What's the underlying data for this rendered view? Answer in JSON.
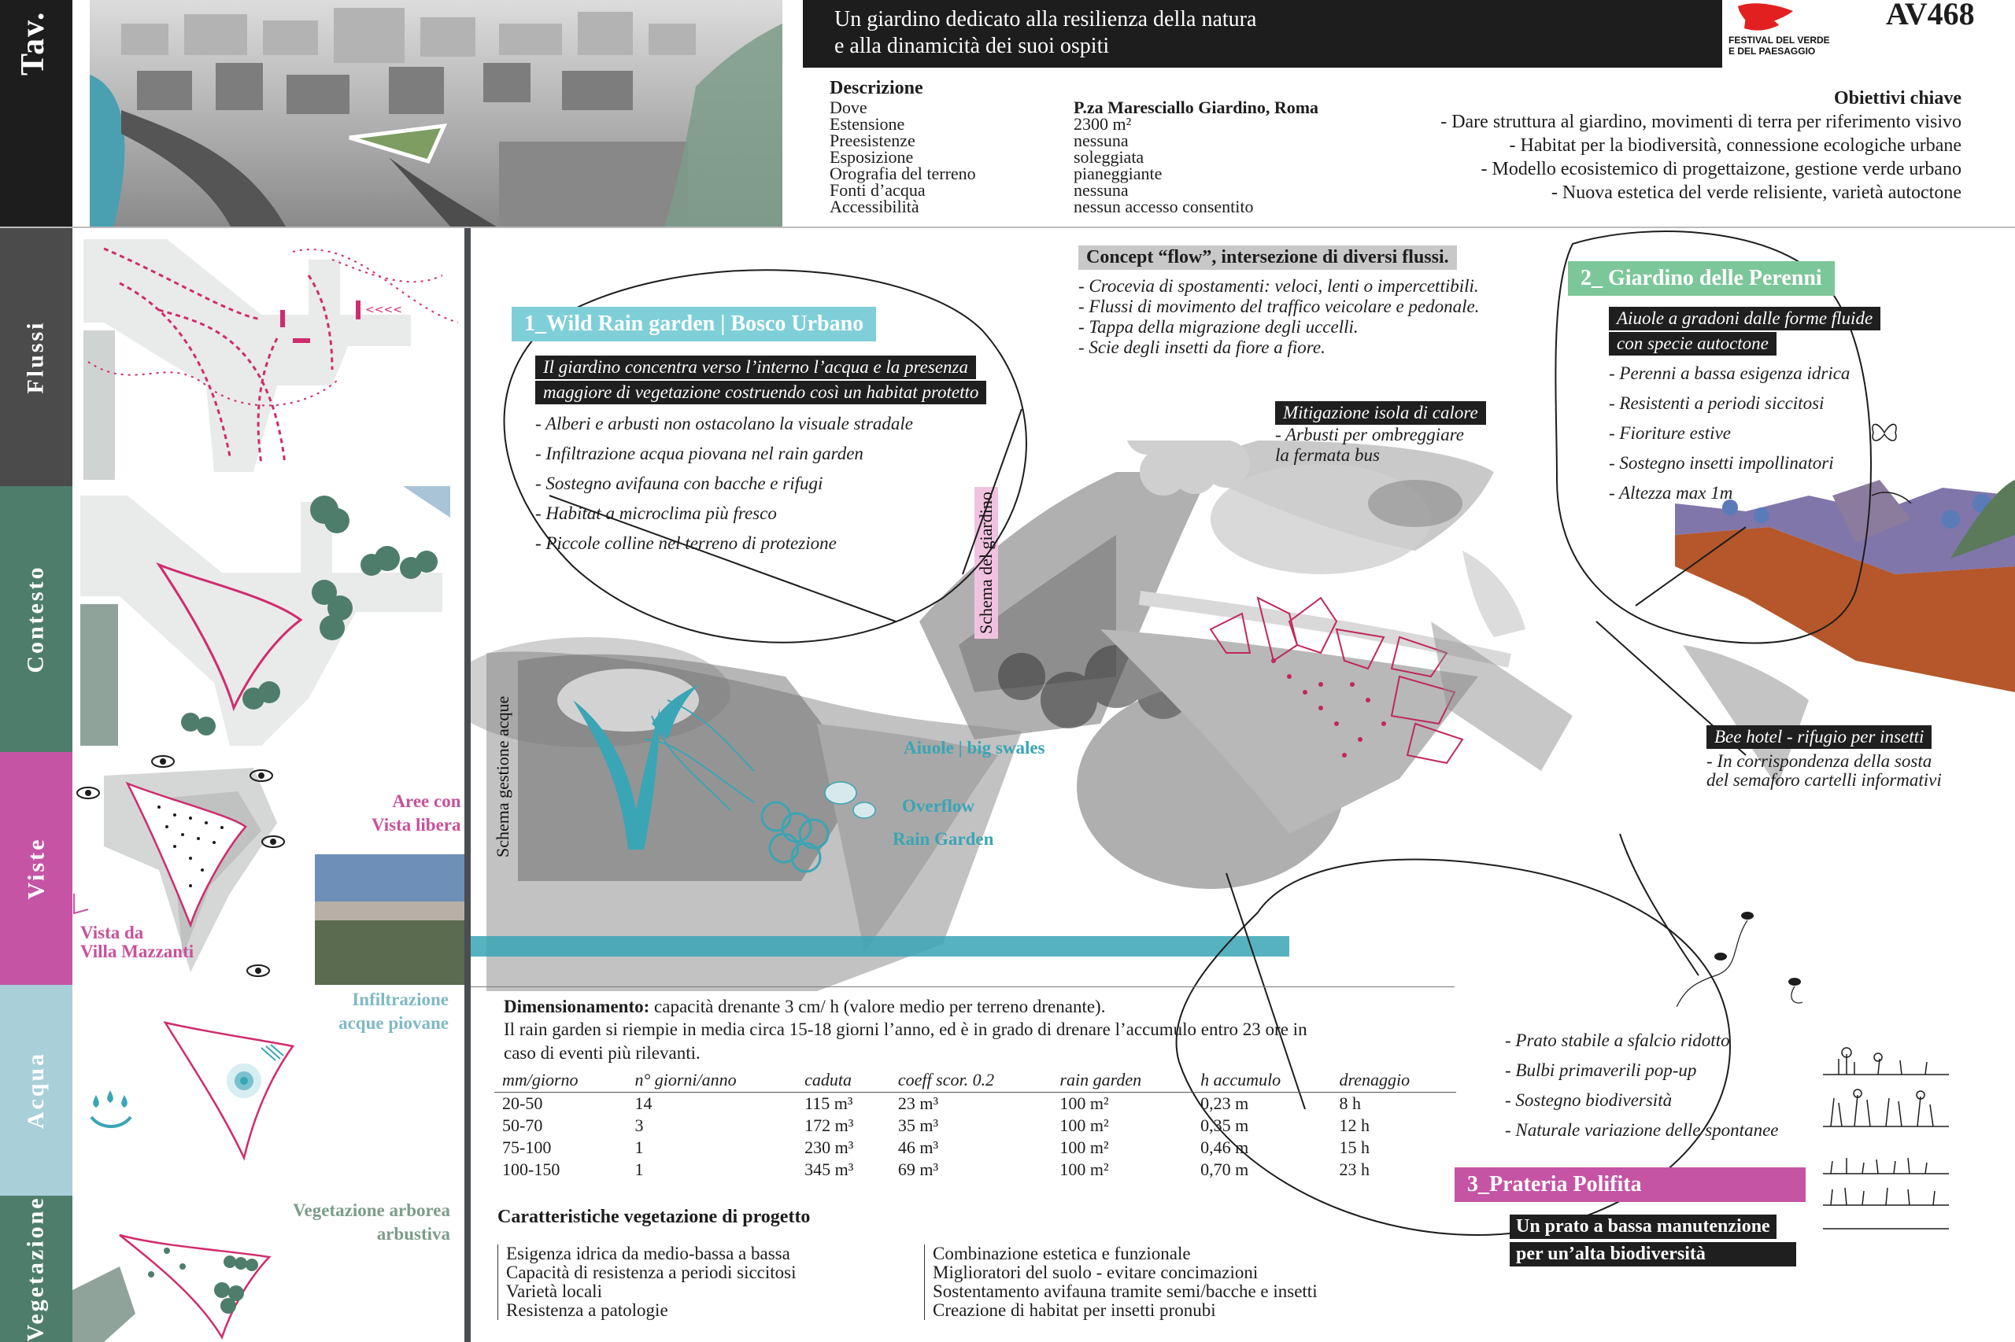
{
  "header": {
    "tav_label": "Tav.",
    "title_line1": "Un giardino dedicato alla resilienza della natura",
    "title_line2": "e alla dinamicità dei suoi ospiti",
    "logo_text_line1": "FESTIVAL DEL VERDE",
    "logo_text_line2": "E DEL PAESAGGIO",
    "code": "AV468"
  },
  "descrizione": {
    "heading": "Descrizione",
    "rows": [
      {
        "key": "Dove",
        "value": "P.za Maresciallo Giardino, Roma"
      },
      {
        "key": "Estensione",
        "value": "2300 m²"
      },
      {
        "key": "Preesistenze",
        "value": "nessuna"
      },
      {
        "key": "Esposizione",
        "value": "soleggiata"
      },
      {
        "key": "Orografia del terreno",
        "value": "pianeggiante"
      },
      {
        "key": "Fonti d’acqua",
        "value": "nessuna"
      },
      {
        "key": "Accessibilità",
        "value": "nessun accesso consentito"
      }
    ]
  },
  "obiettivi": {
    "heading": "Obiettivi chiave",
    "items": [
      "- Dare struttura al giardino, movimenti di terra per riferimento visivo",
      "- Habitat per la biodiversità, connessione ecologiche urbane",
      "- Modello ecosistemico di progettaizone, gestione verde urbano",
      "- Nuova estetica del verde relisiente, varietà autoctone"
    ]
  },
  "sidebar": {
    "bands": [
      {
        "label": "Flussi",
        "color": "#4b4b4b"
      },
      {
        "label": "Contesto",
        "color": "#4f7d6c"
      },
      {
        "label": "Viste",
        "color": "#c554a4"
      },
      {
        "label": "Acqua",
        "color": "#a9cfd9"
      },
      {
        "label": "Vegetazione",
        "color": "#4f7d6c"
      }
    ],
    "viste_label1_line1": "Aree con",
    "viste_label1_line2": "Vista libera",
    "viste_label2_line1": "Vista da",
    "viste_label2_line2": "Villa Mazzanti",
    "acqua_label_line1": "Infiltrazione",
    "acqua_label_line2": "acque piovane",
    "veg_label_line1": "Vegetazione arborea",
    "veg_label_line2": "arbustiva"
  },
  "concept": {
    "title": "Concept “flow”, intersezione di diversi flussi.",
    "items": [
      "- Crocevia di spostamenti: veloci, lenti o impercettibili.",
      "- Flussi di movimento del traffico veicolare e pedonale.",
      "- Tappa della migrazione degli uccelli.",
      "- Scie degli insetti da fiore a fiore."
    ]
  },
  "section1": {
    "title": "1_Wild Rain garden | Bosco Urbano",
    "lead_line1": "Il giardino concentra verso l’interno l’acqua e la presenza",
    "lead_line2": "maggiore di vegetazione costruendo così  un habitat protetto",
    "items": [
      "- Alberi e arbusti non ostacolano la visuale stradale",
      "- Infiltrazione acqua piovana nel rain garden",
      "- Sostegno avifauna con bacche e rifugi",
      "- Habitat a microclima più fresco",
      "- Piccole colline nel terreno di protezione"
    ]
  },
  "section2": {
    "title": "2_ Giardino delle Perenni",
    "lead_line1": "Aiuole a gradoni dalle forme fluide",
    "lead_line2": "con specie autoctone",
    "items": [
      "- Perenni a bassa esigenza idrica",
      "- Resistenti a periodi siccitosi",
      "- Fioriture estive",
      "- Sostegno insetti impollinatori",
      "- Altezza max 1m"
    ]
  },
  "section3": {
    "title": "3_Prateria Polifita",
    "lead_line1": "Un prato a bassa manutenzione",
    "lead_line2": "per un’alta biodiversità",
    "items": [
      "- Prato stabile a sfalcio ridotto",
      "- Bulbi primaverili pop-up",
      "- Sostegno biodiversità",
      "- Naturale variazione delle spontanee"
    ]
  },
  "mitigazione": {
    "title": "Mitigazione isola di calore",
    "line1": "- Arbusti per ombreggiare",
    "line2": "la fermata bus"
  },
  "beehotel": {
    "title": "Bee hotel - rifugio per insetti",
    "line1": "- In corrispondenza della sosta",
    "line2": "del semaforo cartelli informativi"
  },
  "map_labels": {
    "schema_giardino": "Schema del giardino",
    "schema_acque": "Schema gestione acque",
    "aiuole": "Aiuole | big swales",
    "overflow": "Overflow",
    "rain_garden": "Rain Garden"
  },
  "dimensionamento": {
    "lead_bold": "Dimensionamento:",
    "lead_rest": " capacità drenante 3 cm/ h (valore medio per terreno drenante).",
    "text2": "Il rain garden si riempie in media circa 15-18 giorni l’anno, ed è in grado di drenare l’accumulo entro 23 ore in",
    "text3": "caso di eventi più rilevanti.",
    "headers": [
      "mm/giorno",
      "n° giorni/anno",
      "caduta",
      "coeff scor. 0.2",
      "rain garden",
      "h accumulo",
      "drenaggio"
    ],
    "rows": [
      [
        "20-50",
        "14",
        "115 m³",
        "23 m³",
        "100 m²",
        "0,23 m",
        "8 h"
      ],
      [
        "50-70",
        "3",
        "172 m³",
        "35 m³",
        "100 m²",
        "0,35 m",
        "12 h"
      ],
      [
        "75-100",
        "1",
        "230 m³",
        "46 m³",
        "100 m²",
        "0,46 m",
        "15 h"
      ],
      [
        "100-150",
        "1",
        "345 m³",
        "69 m³",
        "100 m²",
        "0,70 m",
        "23 h"
      ]
    ]
  },
  "vegetazione": {
    "title": "Caratteristiche vegetazione di progetto",
    "col1": [
      "Esigenza idrica da medio-bassa a bassa",
      "Capacità di resistenza a periodi siccitosi",
      "Varietà locali",
      "Resistenza a patologie"
    ],
    "col2": [
      "Combinazione estetica e funzionale",
      "Miglioratori del suolo - evitare concimazioni",
      "Sostentamento avifauna tramite semi/bacche e insetti",
      "Creazione di habitat per insetti pronubi"
    ]
  },
  "colors": {
    "magenta": "#d02c6e",
    "teal": "#3aa5b4",
    "green_title": "#7cc79a",
    "pink_title": "#c554a4",
    "dark": "#1f1f1f"
  }
}
